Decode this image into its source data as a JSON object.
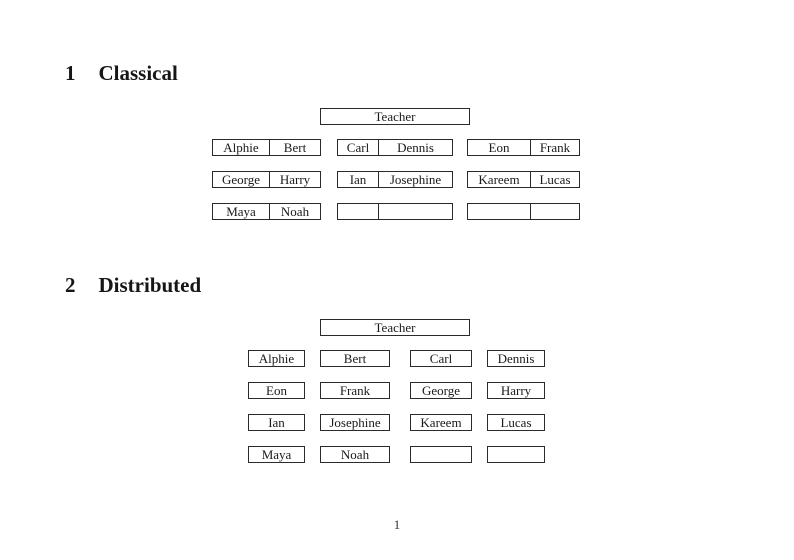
{
  "document": {
    "page_number": "1",
    "background_color": "#ffffff",
    "border_color": "#2b2b2b"
  },
  "classical": {
    "number": "1",
    "title": "Classical",
    "teacher": "Teacher",
    "desks": [
      {
        "left": "Alphie",
        "right": "Bert"
      },
      {
        "left": "Carl",
        "right": "Dennis"
      },
      {
        "left": "Eon",
        "right": "Frank"
      },
      {
        "left": "George",
        "right": "Harry"
      },
      {
        "left": "Ian",
        "right": "Josephine"
      },
      {
        "left": "Kareem",
        "right": "Lucas"
      },
      {
        "left": "Maya",
        "right": "Noah"
      },
      {
        "left": "",
        "right": ""
      },
      {
        "left": "",
        "right": ""
      }
    ]
  },
  "distributed": {
    "number": "2",
    "title": "Distributed",
    "teacher": "Teacher",
    "seats": [
      "Alphie",
      "Bert",
      "Carl",
      "Dennis",
      "Eon",
      "Frank",
      "George",
      "Harry",
      "Ian",
      "Josephine",
      "Kareem",
      "Lucas",
      "Maya",
      "Noah",
      "",
      ""
    ]
  }
}
